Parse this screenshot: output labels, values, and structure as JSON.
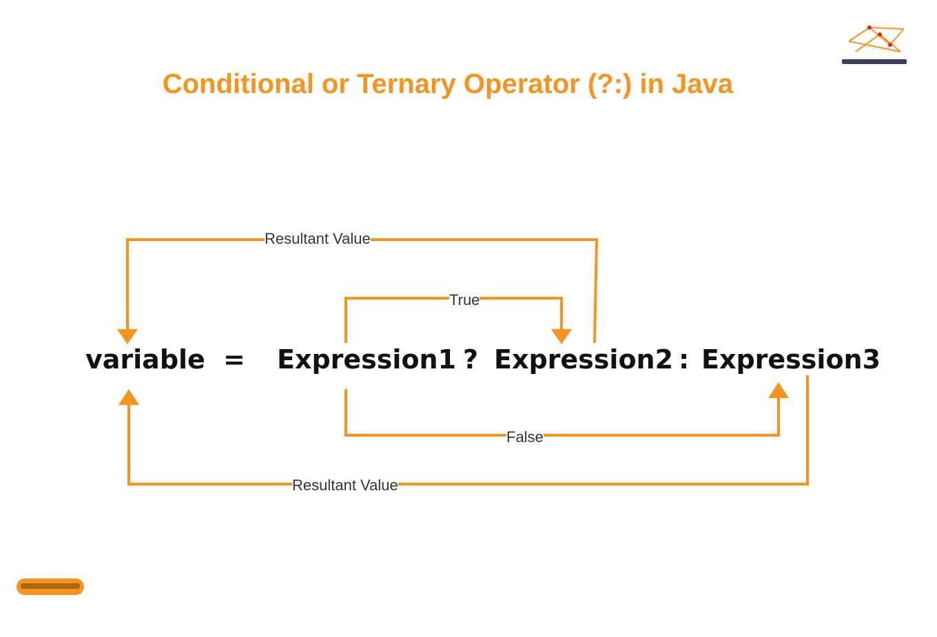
{
  "title": "Conditional or Ternary Operator (?:) in Java",
  "colors": {
    "accent": "#F7941D",
    "text": "#111111"
  },
  "expression": {
    "variable": "variable",
    "equals": "=",
    "expr1": "Expression1",
    "question": "?",
    "expr2": "Expression2",
    "colon": ":",
    "expr3": "Expression3"
  },
  "flows": {
    "top_result": "Resultant Value",
    "true_label": "True",
    "false_label": "False",
    "bottom_result": "Resultant Value"
  },
  "icons": {
    "logo": "network-logo-icon",
    "badge": "brand-badge"
  }
}
